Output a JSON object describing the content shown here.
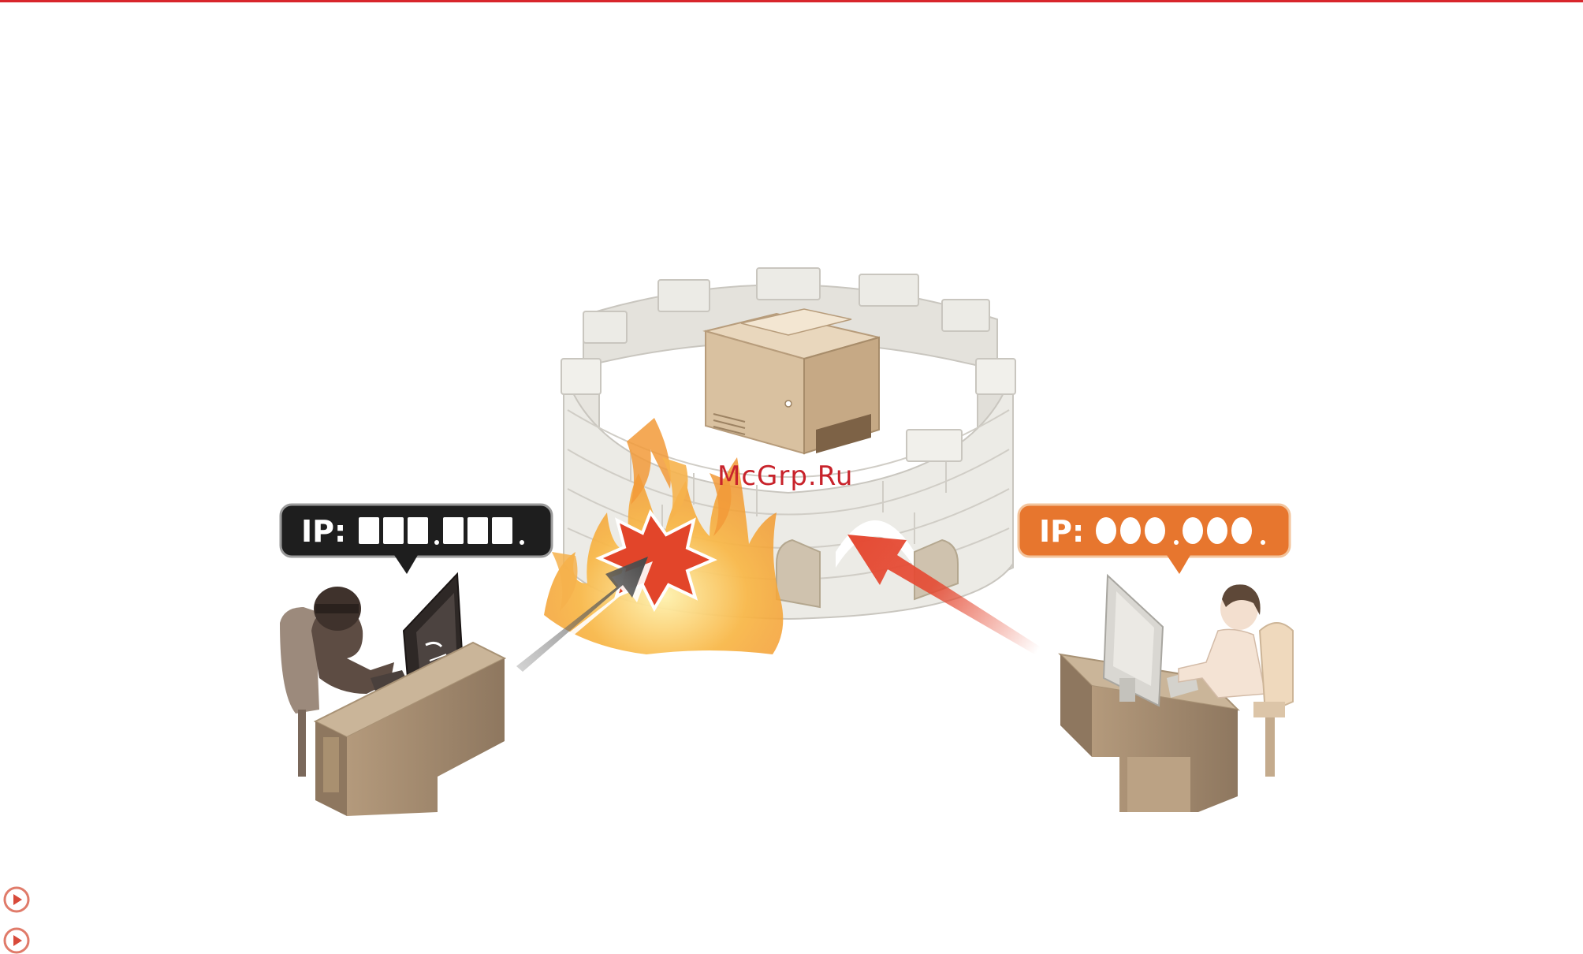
{
  "watermark": "McGrp.Ru",
  "left_bubble": {
    "prefix": "IP:"
  },
  "right_bubble": {
    "prefix": "IP:"
  },
  "colors": {
    "accent": "#d8262c",
    "blocked_bubble": "#1e1e1e",
    "allowed_bubble": "#e7762e",
    "flame": "#f08a1c",
    "burst": "#e2452a",
    "allowed_arrow": "#e54a33",
    "blocked_arrow": "#4a4a4a"
  },
  "links": [
    {
      "icon": "play-circle-icon"
    },
    {
      "icon": "play-circle-icon"
    }
  ]
}
